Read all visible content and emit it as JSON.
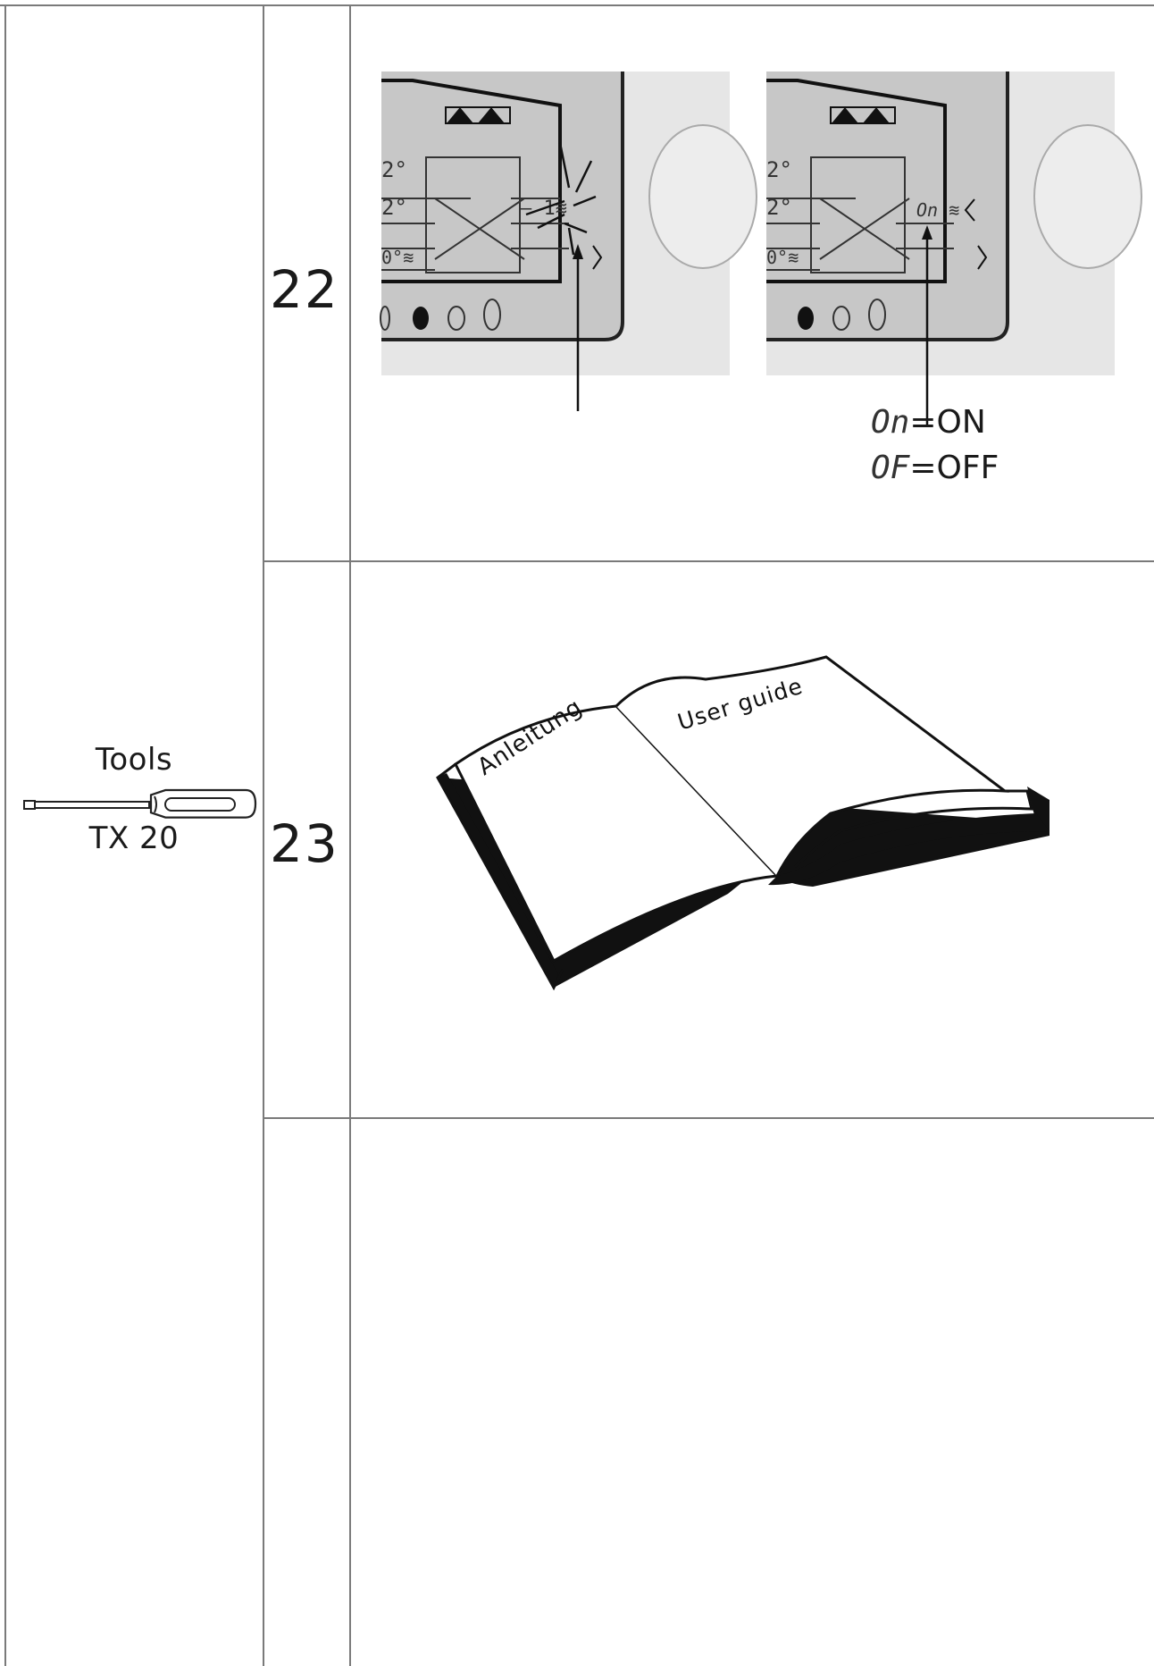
{
  "tools": {
    "label": "Tools",
    "driver_size": "TX 20",
    "icon": "screwdriver-icon"
  },
  "steps": [
    {
      "number": "22",
      "legend": [
        {
          "seg": "On",
          "text": "=ON"
        },
        {
          "seg": "OF",
          "text": "=OFF"
        }
      ],
      "display_text": "On"
    },
    {
      "number": "23",
      "book_left": "Anleitung",
      "book_right": "User guide",
      "icon": "open-book-icon"
    },
    {
      "number": ""
    }
  ]
}
